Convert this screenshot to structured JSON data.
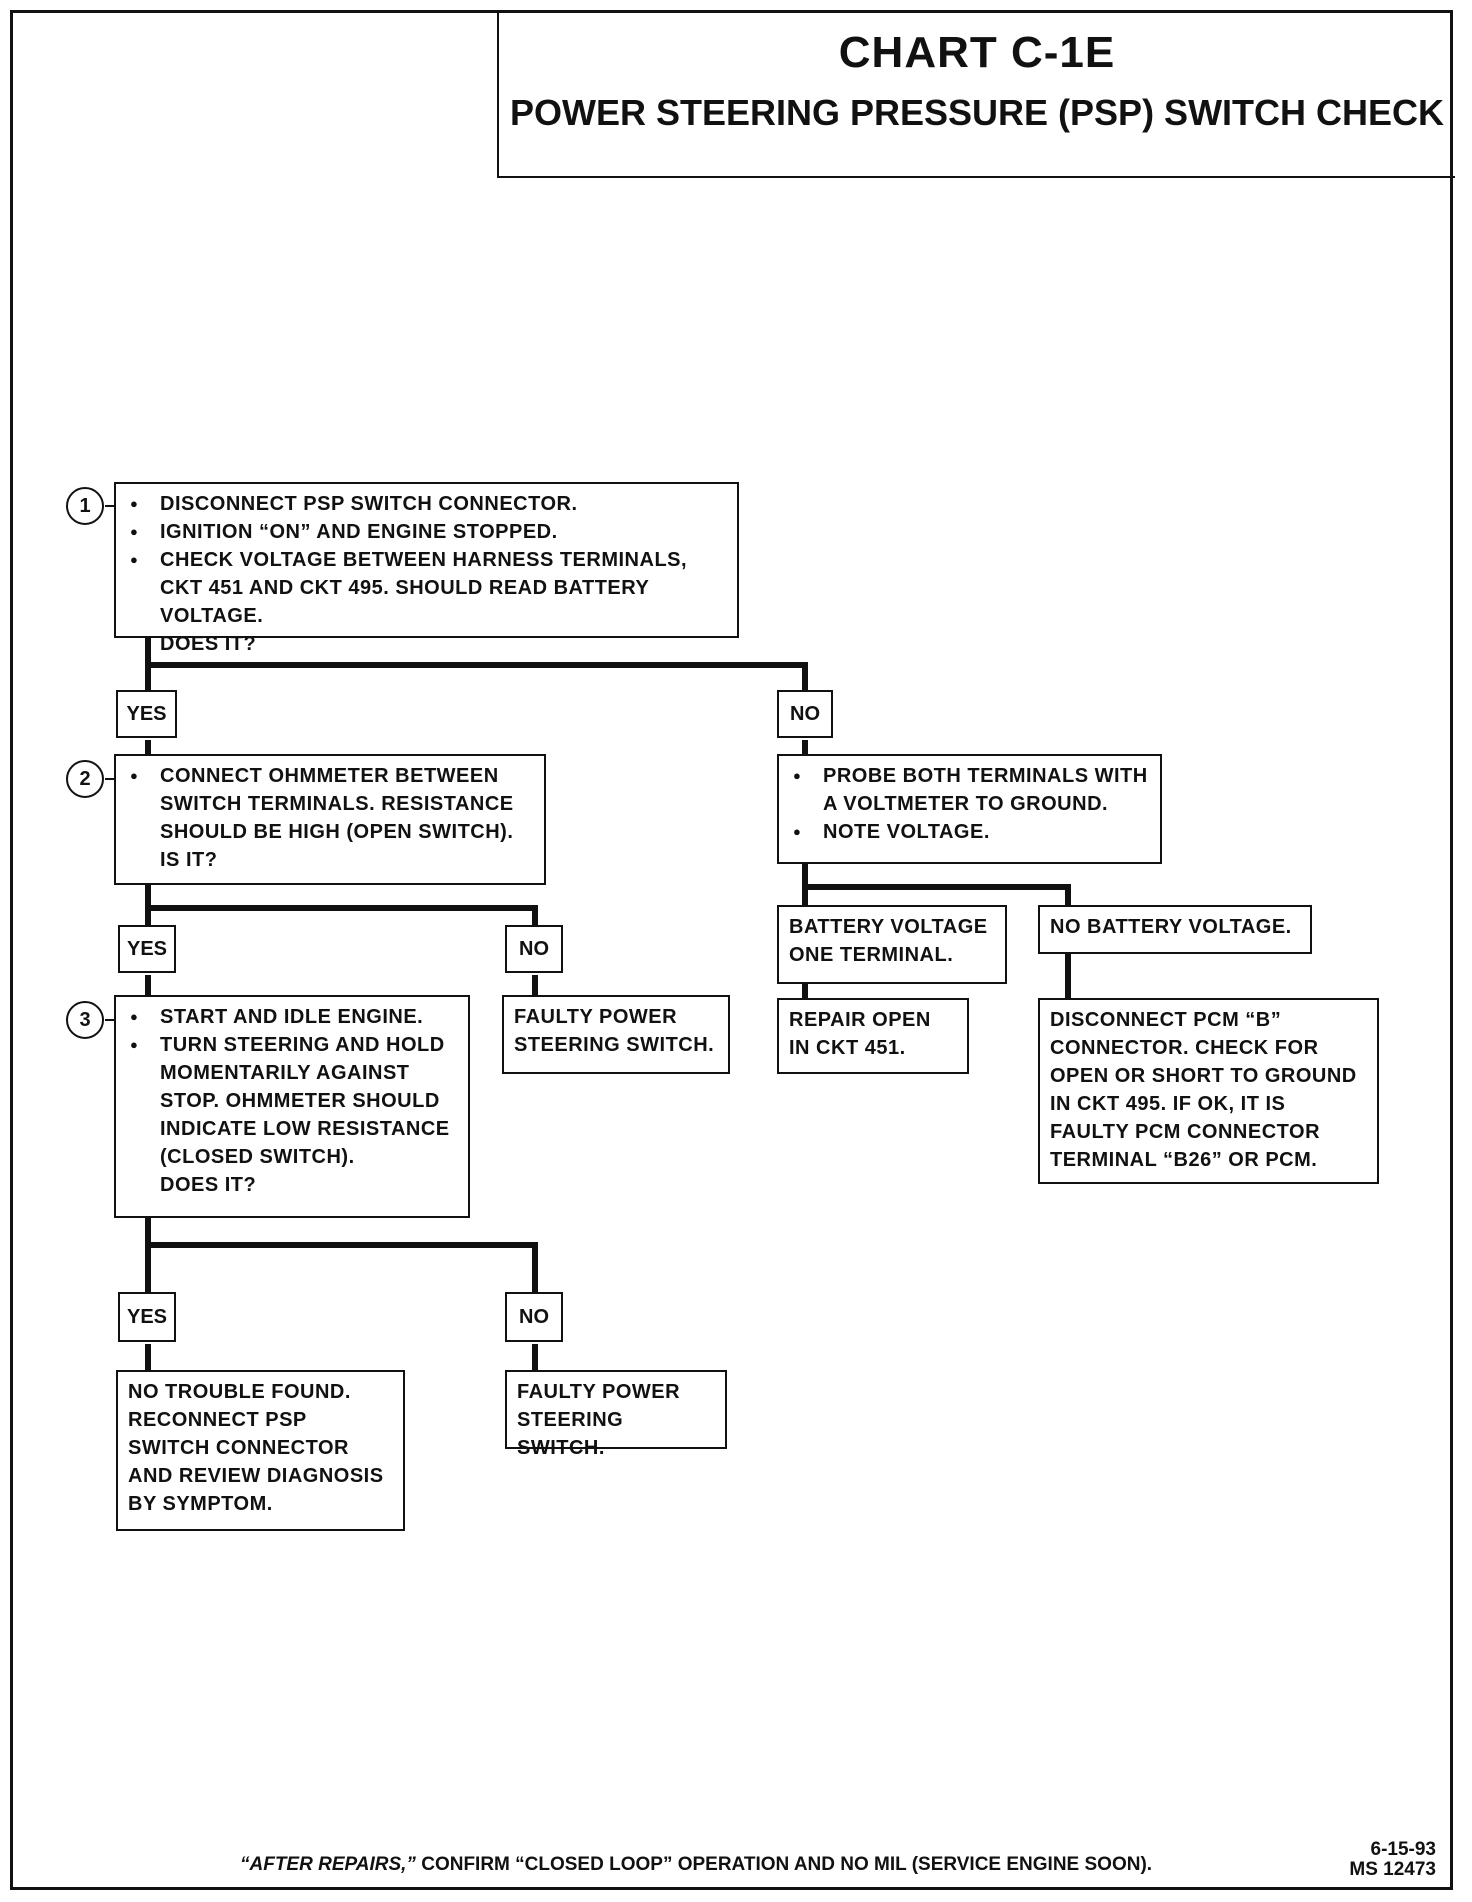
{
  "header": {
    "title": "CHART C-1E",
    "subtitle": "POWER STEERING PRESSURE (PSP) SWITCH CHECK"
  },
  "steps": {
    "s1": {
      "number": "1",
      "bullets": [
        "DISCONNECT PSP SWITCH CONNECTOR.",
        "IGNITION “ON” AND ENGINE STOPPED.",
        "CHECK VOLTAGE BETWEEN HARNESS TERMINALS, CKT 451 AND CKT 495.  SHOULD READ BATTERY VOLTAGE."
      ],
      "question": "DOES IT?"
    },
    "s2": {
      "number": "2",
      "bullets": [
        "CONNECT OHMMETER BETWEEN SWITCH TERMINALS.  RESISTANCE SHOULD BE HIGH (OPEN SWITCH)."
      ],
      "question": "IS IT?"
    },
    "s3": {
      "number": "3",
      "bullets": [
        "START AND IDLE ENGINE.",
        "TURN STEERING AND HOLD MOMENTARILY AGAINST STOP.  OHMMETER SHOULD INDICATE LOW RESISTANCE (CLOSED SWITCH)."
      ],
      "question": "DOES IT?"
    }
  },
  "labels": {
    "yes": "YES",
    "no": "NO"
  },
  "boxes": {
    "probe": [
      "PROBE BOTH TERMINALS WITH A VOLTMETER TO GROUND.",
      "NOTE VOLTAGE."
    ],
    "battery_one": "BATTERY VOLTAGE ONE TERMINAL.",
    "no_battery": "NO BATTERY VOLTAGE.",
    "repair_open": "REPAIR OPEN IN CKT 451.",
    "disconnect_pcm": "DISCONNECT PCM “B” CONNECTOR.  CHECK FOR OPEN OR SHORT TO GROUND IN CKT 495.  IF OK, IT IS FAULTY PCM CONNECTOR TERMINAL “B26” OR PCM.",
    "faulty_1": "FAULTY POWER STEERING SWITCH.",
    "faulty_2": "FAULTY POWER STEERING SWITCH.",
    "no_trouble": "NO TROUBLE FOUND. RECONNECT PSP SWITCH CONNECTOR AND REVIEW DIAGNOSIS BY SYMPTOM."
  },
  "footer": {
    "note_italic": "“AFTER REPAIRS,”",
    "note_rest": " CONFIRM “CLOSED LOOP” OPERATION AND NO MIL (SERVICE ENGINE SOON).",
    "date": "6-15-93",
    "code": "MS 12473"
  }
}
